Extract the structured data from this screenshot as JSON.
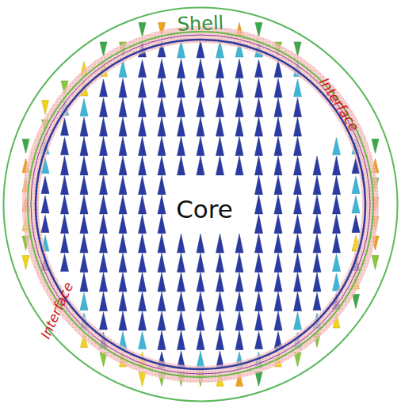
{
  "diagram": {
    "nodes": [
      {
        "text": [
          "Shell"
        ]
      },
      {
        "text": [
          "Interface",
          "Interface"
        ],
        "in": 0
      },
      {
        "text": [
          "Core"
        ],
        "in": 1
      }
    ]
  }
}
